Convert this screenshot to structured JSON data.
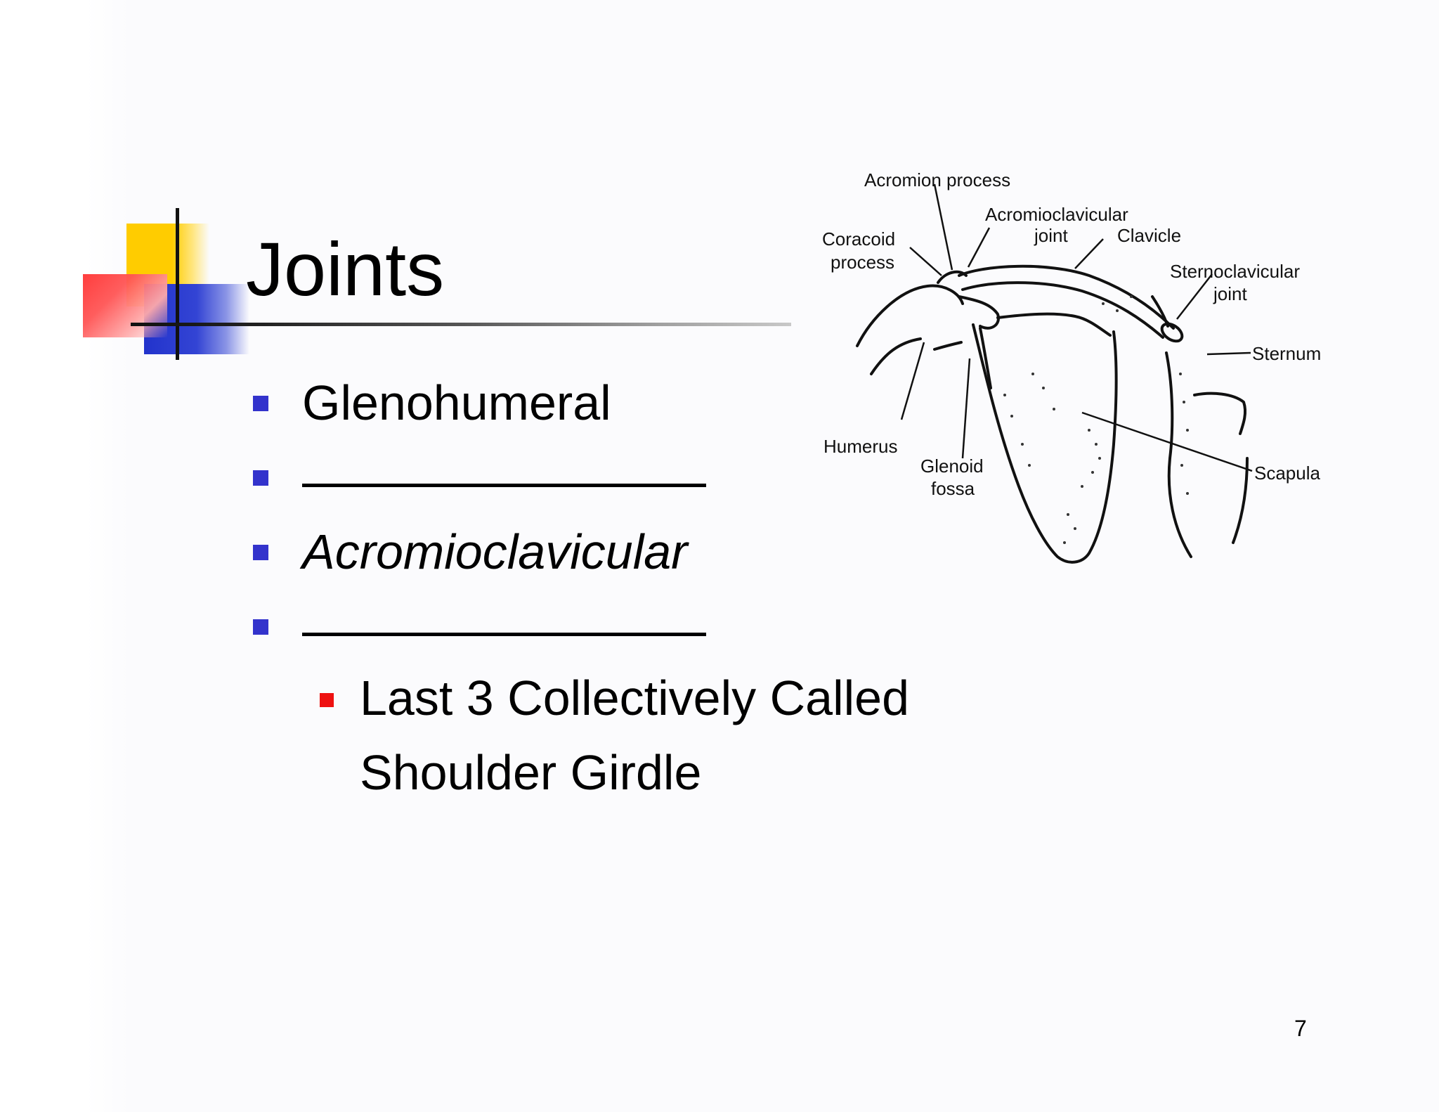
{
  "slide": {
    "title": "Joints",
    "bullets": [
      {
        "text": "Glenohumeral",
        "style": "normal"
      },
      {
        "text": "",
        "style": "blank"
      },
      {
        "text": "Acromioclavicular",
        "style": "italic"
      },
      {
        "text": "",
        "style": "blank"
      }
    ],
    "sub_bullet": {
      "line1": "Last 3 Collectively Called",
      "line2": "Shoulder Girdle"
    },
    "page_number": "7"
  },
  "diagram": {
    "labels": {
      "acromion": "Acromion process",
      "acromioclavicular": "Acromioclavicular",
      "acromioclavicular_joint": "joint",
      "clavicle": "Clavicle",
      "coracoid": "Coracoid",
      "coracoid_process": "process",
      "sternoclavicular": "Sternoclavicular",
      "sternoclavicular_joint": "joint",
      "sternum": "Sternum",
      "humerus": "Humerus",
      "glenoid": "Glenoid",
      "glenoid_fossa": "fossa",
      "scapula": "Scapula"
    }
  },
  "colors": {
    "bullet_primary": "#3333cc",
    "bullet_secondary": "#ee1111",
    "accent_yellow": "#ffcc00",
    "accent_blue": "#2233cc",
    "accent_red": "#ff3333"
  }
}
